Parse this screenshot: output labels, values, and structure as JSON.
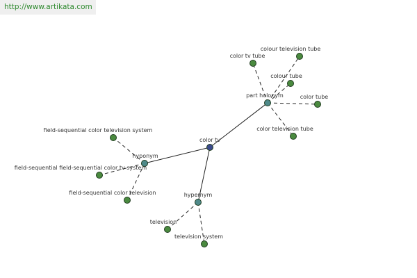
{
  "site_link": {
    "text": "http://www.artikata.com"
  },
  "colors": {
    "center": "#3b4a8c",
    "relation": "#4f8a8a",
    "leaf": "#4a8a3f",
    "link": "#2f8a2f"
  },
  "graph": {
    "center": {
      "id": "color_tv",
      "label": "color tv"
    },
    "relations": [
      {
        "id": "part_holonym",
        "label": "part holonym",
        "children": [
          {
            "id": "color_tv_tube",
            "label": "color tv tube"
          },
          {
            "id": "colour_television_tube",
            "label": "colour television tube"
          },
          {
            "id": "colour_tube",
            "label": "colour tube"
          },
          {
            "id": "color_tube",
            "label": "color tube"
          },
          {
            "id": "color_television_tube",
            "label": "color television tube"
          }
        ]
      },
      {
        "id": "hyponym",
        "label": "hyponym",
        "children": [
          {
            "id": "field_sequential_color_television_system",
            "label": "field-sequential color television system"
          },
          {
            "id": "field_sequential_field_sequential_color_tv_system",
            "label": "field-sequential field-sequential color tv system"
          },
          {
            "id": "field_sequential_color_television",
            "label": "field-sequential color television"
          }
        ]
      },
      {
        "id": "hypernym",
        "label": "hypernym",
        "children": [
          {
            "id": "television",
            "label": "television"
          },
          {
            "id": "television_system",
            "label": "television system"
          }
        ]
      }
    ]
  }
}
